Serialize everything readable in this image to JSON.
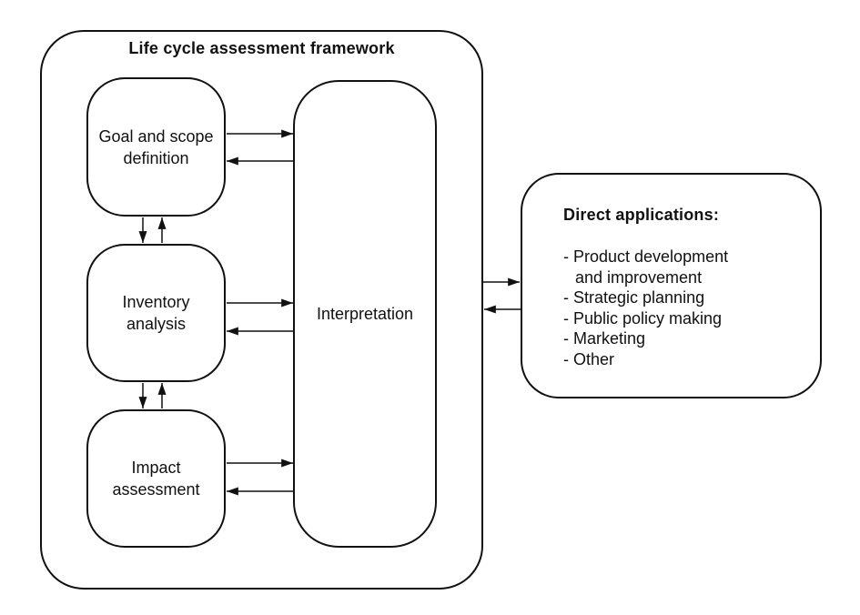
{
  "diagram": {
    "framework": {
      "title": "Life cycle assessment framework"
    },
    "phases": {
      "goal_scope": "Goal and scope\ndefinition",
      "inventory": "Inventory\nanalysis",
      "impact": "Impact\nassessment",
      "interpretation": "Interpretation"
    },
    "direct_applications": {
      "heading": "Direct applications:",
      "items": [
        "- Product development and improvement",
        "- Strategic planning",
        "- Public policy making",
        "- Marketing",
        "- Other"
      ]
    },
    "connections": [
      {
        "from": "Goal and scope definition",
        "to": "Interpretation",
        "bidirectional": true
      },
      {
        "from": "Inventory analysis",
        "to": "Interpretation",
        "bidirectional": true
      },
      {
        "from": "Impact assessment",
        "to": "Interpretation",
        "bidirectional": true
      },
      {
        "from": "Goal and scope definition",
        "to": "Inventory analysis",
        "bidirectional": true
      },
      {
        "from": "Inventory analysis",
        "to": "Impact assessment",
        "bidirectional": true
      },
      {
        "from": "Life cycle assessment framework",
        "to": "Direct applications",
        "bidirectional": true
      }
    ],
    "colors": {
      "line": "#111111",
      "text": "#111111",
      "background": "#ffffff"
    }
  }
}
